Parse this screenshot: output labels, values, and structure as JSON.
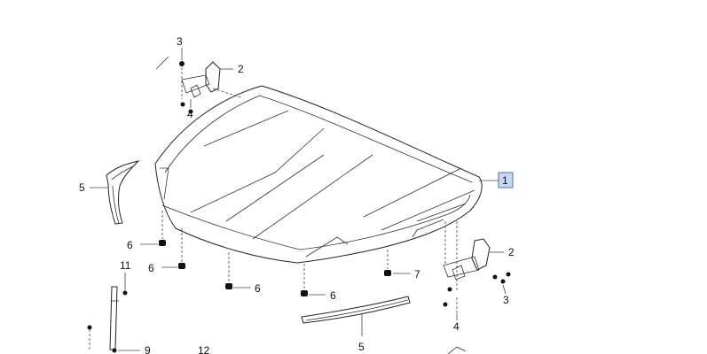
{
  "callouts": {
    "hood": "1",
    "hinge_left": "2",
    "hinge_right": "2",
    "bolt_top": "3",
    "bolt_right": "3",
    "nut_top": "4",
    "nut_right": "4",
    "seal_left": "5",
    "seal_front": "5",
    "bumper_a": "6",
    "bumper_b": "6",
    "bumper_c": "6",
    "bumper_d": "6",
    "clip_right": "7",
    "clip_lower": "9",
    "rod": "11",
    "part_12": "12"
  },
  "colors": {
    "highlight_fill": "#c9d6f0",
    "highlight_border": "#5a6fa8"
  }
}
